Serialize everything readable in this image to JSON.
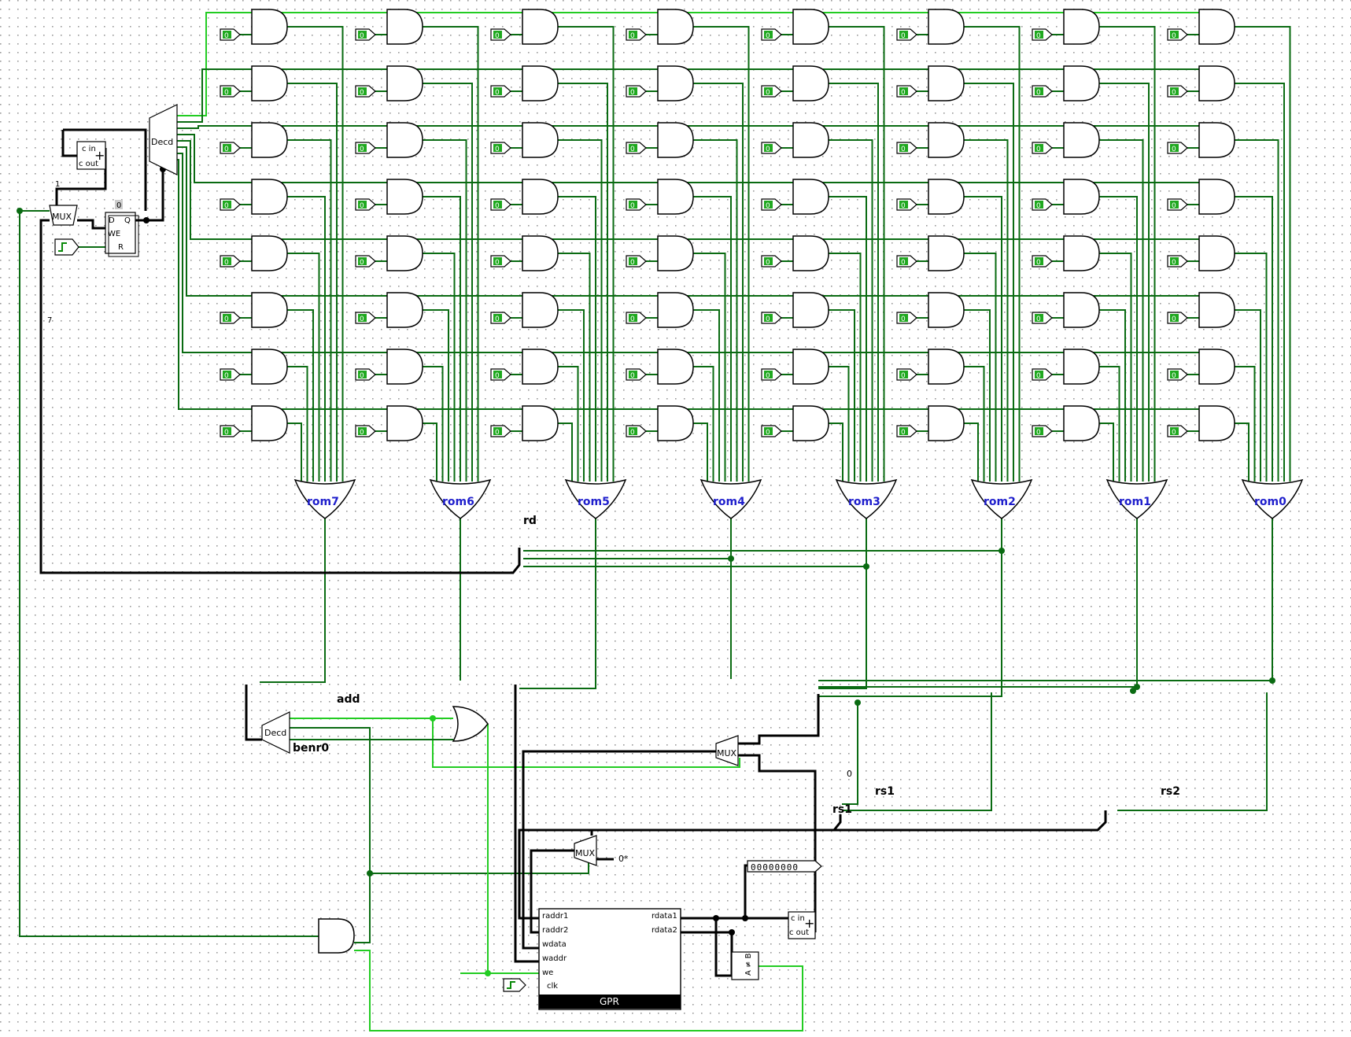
{
  "diagram": {
    "rom_labels": [
      "rom7",
      "rom6",
      "rom5",
      "rom4",
      "rom3",
      "rom2",
      "rom1",
      "rom0"
    ],
    "pin_constant": "0",
    "labels": {
      "rd": "rd",
      "add": "add",
      "benr0": "benr0",
      "rs1_top": "rs1",
      "rs1": "rs1",
      "rs2": "rs2",
      "const_zero_a": "0",
      "const_zero_b": "0*"
    },
    "decoder_label": "Decd",
    "mux_label": "MUX",
    "counter": {
      "label_top": "c in",
      "label_bottom": "c out",
      "symbol": "+"
    },
    "register": {
      "d": "D",
      "q": "Q",
      "we": "WE",
      "r": "R",
      "value": "0"
    },
    "splitter_labels": {
      "one": "1",
      "seven": "7"
    },
    "probe_value": "00000000",
    "gpr": {
      "title": "GPR",
      "left_pins": [
        "raddr1",
        "raddr2",
        "wdata",
        "waddr",
        "we",
        "clk"
      ],
      "right_pins": [
        "rdata1",
        "rdata2"
      ]
    },
    "comparator_label": "A ≠ B"
  }
}
